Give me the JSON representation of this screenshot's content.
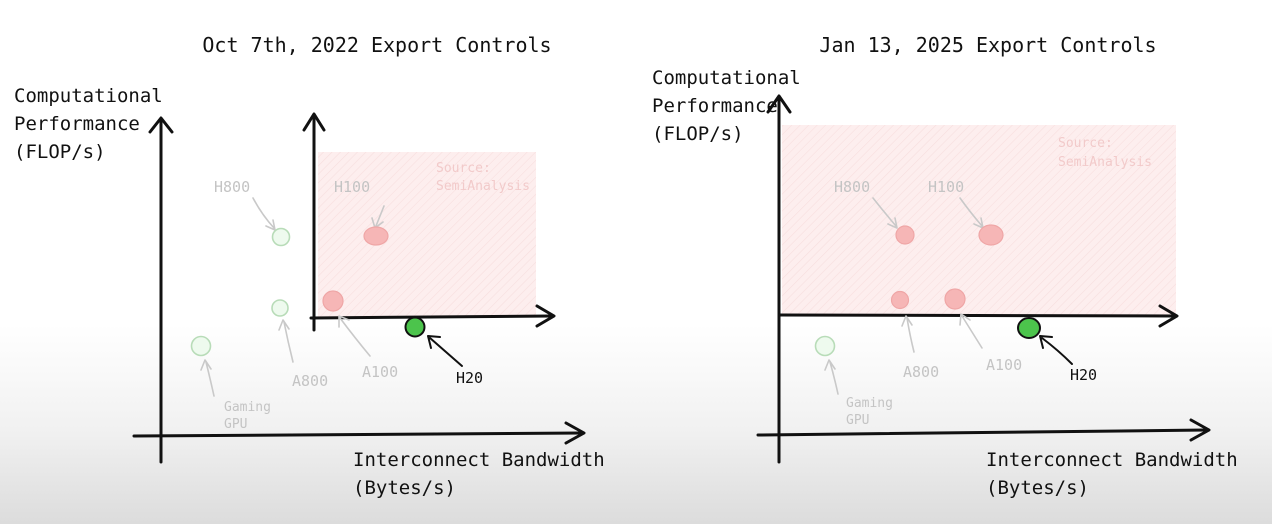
{
  "panels": [
    {
      "title": "Oct 7th, 2022 Export Controls",
      "y_label": [
        "Computational",
        "Performance",
        "(FLOP/s)"
      ],
      "x_label": [
        "Interconnect Bandwidth",
        "(Bytes/s)"
      ],
      "source": [
        "Source:",
        "SemiAnalysis"
      ],
      "points": [
        {
          "label": "H800",
          "status": "allowed"
        },
        {
          "label": "A800",
          "status": "allowed"
        },
        {
          "label": "Gaming GPU",
          "status": "allowed"
        },
        {
          "label": "H100",
          "status": "restricted"
        },
        {
          "label": "A100",
          "status": "restricted"
        },
        {
          "label": "H20",
          "status": "highlighted"
        }
      ]
    },
    {
      "title": "Jan 13, 2025 Export Controls",
      "y_label": [
        "Computational",
        "Performance",
        "(FLOP/s)"
      ],
      "x_label": [
        "Interconnect Bandwidth",
        "(Bytes/s)"
      ],
      "source": [
        "Source:",
        "SemiAnalysis"
      ],
      "points": [
        {
          "label": "H800",
          "status": "restricted"
        },
        {
          "label": "H100",
          "status": "restricted"
        },
        {
          "label": "A800",
          "status": "restricted"
        },
        {
          "label": "A100",
          "status": "restricted"
        },
        {
          "label": "Gaming GPU",
          "status": "allowed"
        },
        {
          "label": "H20",
          "status": "highlighted"
        }
      ]
    }
  ],
  "colors": {
    "restricted_fill": "#f6b6b6",
    "restricted_zone": "#fdeeee",
    "allowed_fill": "#e6f7e6",
    "highlight_fill": "#4cc44c"
  }
}
